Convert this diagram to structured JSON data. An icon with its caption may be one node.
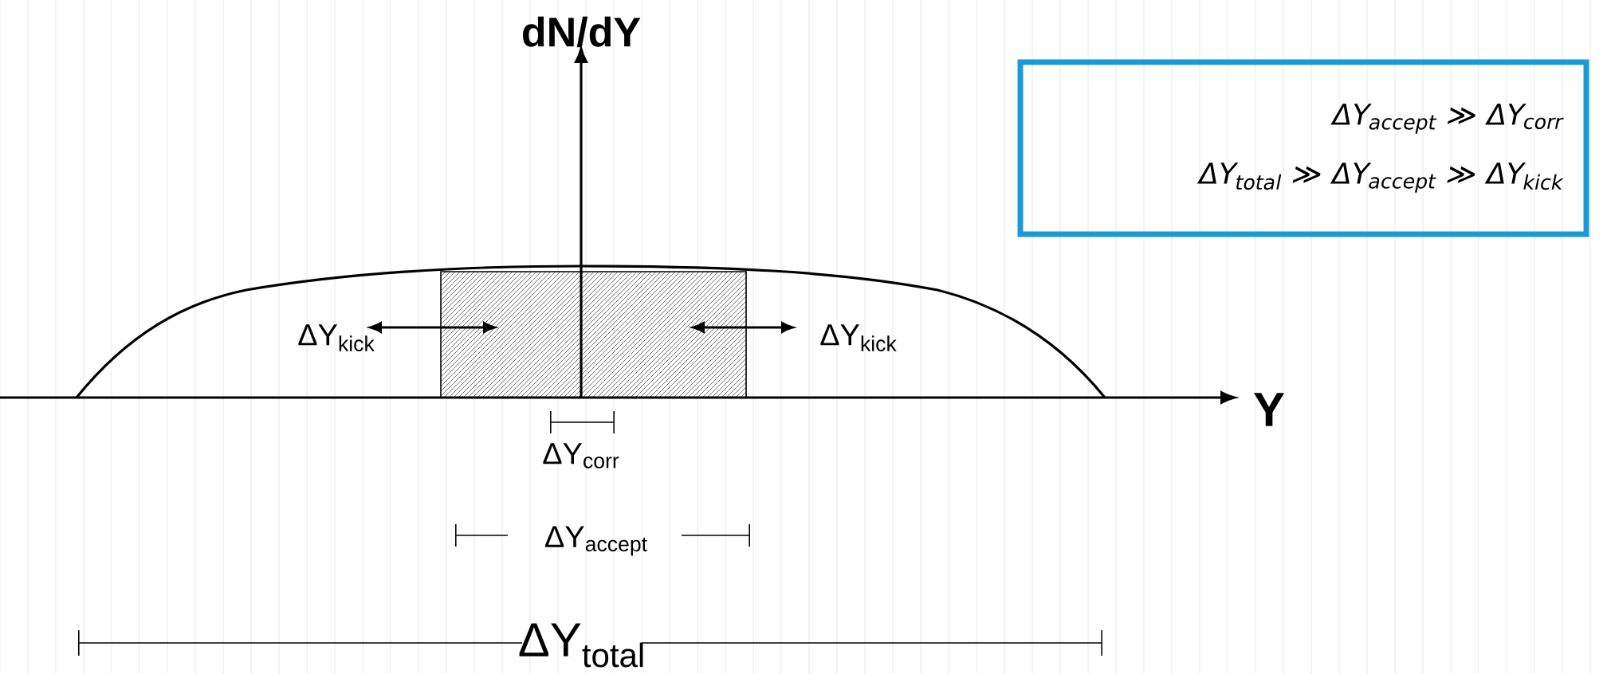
{
  "diagram": {
    "nodes": [
      {
        "text": [
          "ΔY$_{accept}$ ≫ ΔY$_{corr}$",
          "ΔY$_{total}$ ≫ ΔY$_{accept}$ ≫ ΔY$_{kick}$"
        ]
      }
    ],
    "labels": [
      "dN/dY",
      "ΔY$_{kick}$",
      "ΔY$_{kick}$",
      "Y",
      "ΔY$_{corr}$",
      "ΔY$_{accept}$",
      "ΔY$_{total}$"
    ]
  }
}
